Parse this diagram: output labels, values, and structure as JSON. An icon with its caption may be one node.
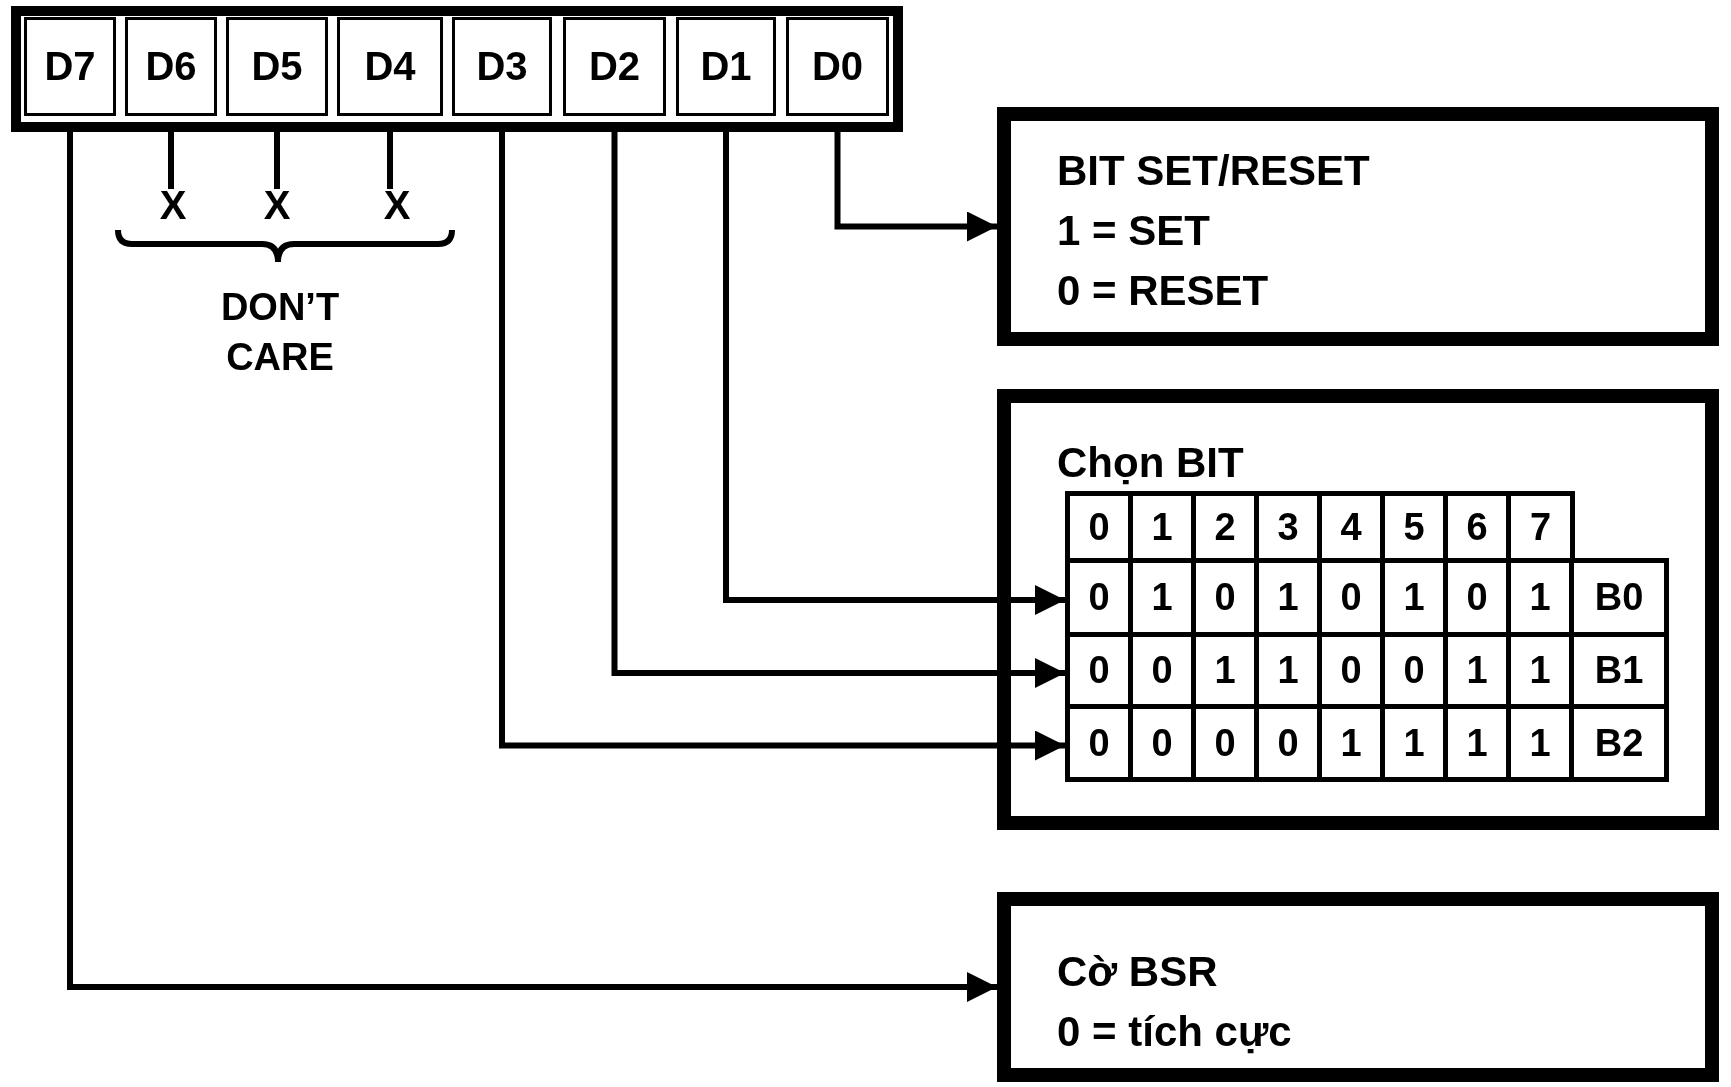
{
  "diagram": {
    "nodes": [
      {
        "text": [],
        "shape": "box"
      },
      {
        "text": [
          "D7"
        ],
        "in": 0
      },
      {
        "text": [
          "D6"
        ],
        "in": 0
      },
      {
        "text": [
          "D5"
        ],
        "in": 0
      },
      {
        "text": [
          "D4"
        ],
        "in": 0
      },
      {
        "text": [
          "D3"
        ],
        "in": 0
      },
      {
        "text": [
          "D2"
        ],
        "in": 0
      },
      {
        "text": [
          "D1"
        ],
        "in": 0
      },
      {
        "text": [
          "D0"
        ],
        "in": 0
      },
      {
        "text": [
          "X"
        ]
      },
      {
        "text": [
          "X"
        ]
      },
      {
        "text": [
          "X"
        ]
      },
      {
        "text": [
          "BIT SET/RESET",
          "1 = SET",
          "0 = RESET"
        ]
      },
      {
        "text": [
          "Chọn BIT"
        ]
      },
      {
        "text": [
          "0",
          "1",
          "0",
          "1",
          "0",
          "1",
          "0",
          "1",
          "B0"
        ],
        "in": 13
      },
      {
        "text": [
          "0",
          "0",
          "1",
          "1",
          "0",
          "0",
          "1",
          "1",
          "B1"
        ],
        "in": 13
      },
      {
        "text": [
          "0",
          "0",
          "0",
          "0",
          "1",
          "1",
          "1",
          "1",
          "B2"
        ],
        "in": 13
      },
      {
        "text": [
          "Cờ BSR",
          "0 = tích cực"
        ]
      }
    ],
    "edges": [
      {
        "from": 8,
        "to": 12,
        "arrow": "to"
      },
      {
        "from": 7,
        "to": 14,
        "arrow": "to"
      },
      {
        "from": 6,
        "to": 15,
        "arrow": "to"
      },
      {
        "from": 5,
        "to": 16,
        "arrow": "to"
      },
      {
        "from": 1,
        "to": 17,
        "arrow": "to"
      },
      {
        "from": 2,
        "to": 9,
        "arrow": "none"
      },
      {
        "from": 3,
        "to": 10,
        "arrow": "none"
      },
      {
        "from": 4,
        "to": 11,
        "arrow": "none"
      }
    ],
    "labels": [
      "DON’T CARE",
      "0",
      "1",
      "2",
      "3",
      "4",
      "5",
      "6",
      "7"
    ]
  }
}
